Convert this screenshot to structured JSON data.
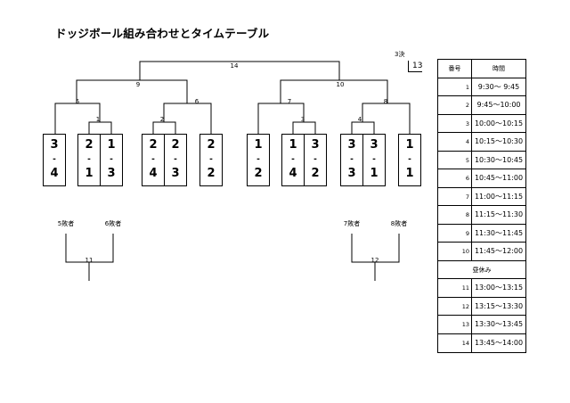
{
  "title": "ドッジボール組み合わせとタイムテーブル",
  "third_place": {
    "label": "3決",
    "match": "13"
  },
  "match_labels": {
    "m1": "1",
    "m2": "2",
    "m3": "3",
    "m4": "4",
    "m5": "5",
    "m6": "6",
    "m7": "7",
    "m8": "8",
    "m9": "9",
    "m10": "10",
    "m11": "11",
    "m12": "12",
    "m14": "14"
  },
  "teams": [
    {
      "top": "3",
      "mid": "-",
      "bot": "4"
    },
    {
      "top": "2",
      "mid": "-",
      "bot": "1"
    },
    {
      "top": "1",
      "mid": "-",
      "bot": "3"
    },
    {
      "top": "2",
      "mid": "-",
      "bot": "4"
    },
    {
      "top": "2",
      "mid": "-",
      "bot": "3"
    },
    {
      "top": "2",
      "mid": "-",
      "bot": "2"
    },
    {
      "top": "1",
      "mid": "-",
      "bot": "2"
    },
    {
      "top": "1",
      "mid": "-",
      "bot": "4"
    },
    {
      "top": "3",
      "mid": "-",
      "bot": "2"
    },
    {
      "top": "3",
      "mid": "-",
      "bot": "3"
    },
    {
      "top": "3",
      "mid": "-",
      "bot": "1"
    },
    {
      "top": "1",
      "mid": "-",
      "bot": "1"
    }
  ],
  "losers": {
    "l5": "5敗者",
    "l6": "6敗者",
    "l7": "7敗者",
    "l8": "8敗者"
  },
  "schedule": {
    "header": {
      "num": "番号",
      "time": "時間"
    },
    "rows": [
      {
        "num": "1",
        "time": "9:30〜 9:45"
      },
      {
        "num": "2",
        "time": "9:45〜10:00"
      },
      {
        "num": "3",
        "time": "10:00〜10:15"
      },
      {
        "num": "4",
        "time": "10:15〜10:30"
      },
      {
        "num": "5",
        "time": "10:30〜10:45"
      },
      {
        "num": "6",
        "time": "10:45〜11:00"
      },
      {
        "num": "7",
        "time": "11:00〜11:15"
      },
      {
        "num": "8",
        "time": "11:15〜11:30"
      },
      {
        "num": "9",
        "time": "11:30〜11:45"
      },
      {
        "num": "10",
        "time": "11:45〜12:00"
      }
    ],
    "lunch": "昼休み",
    "rows_after": [
      {
        "num": "11",
        "time": "13:00〜13:15"
      },
      {
        "num": "12",
        "time": "13:15〜13:30"
      },
      {
        "num": "13",
        "time": "13:30〜13:45"
      },
      {
        "num": "14",
        "time": "13:45〜14:00"
      }
    ]
  }
}
